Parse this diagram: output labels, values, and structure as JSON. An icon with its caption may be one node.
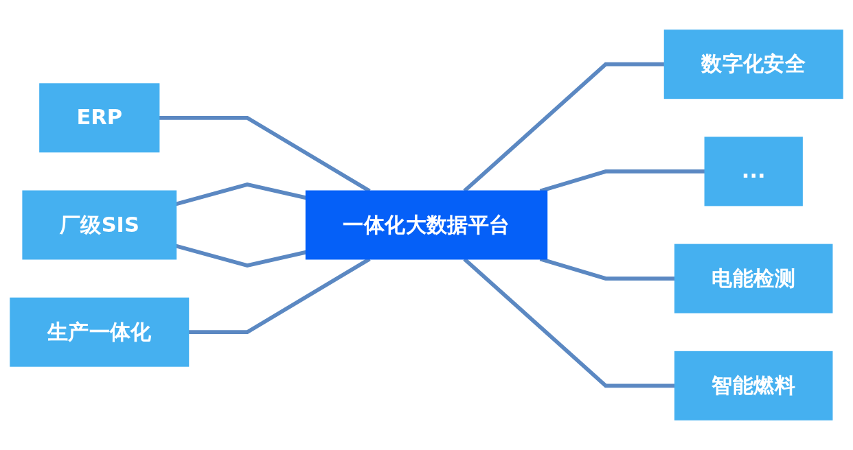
{
  "diagram": {
    "nodes": [
      {
        "text": [
          "一体化大数据平台"
        ]
      },
      {
        "text": [
          "ERP"
        ]
      },
      {
        "text": [
          "数字化安全"
        ]
      },
      {
        "text": [
          "厂级SIS"
        ]
      },
      {
        "text": [
          "..."
        ]
      },
      {
        "text": [
          "生产一体化"
        ]
      },
      {
        "text": [
          "电能检测"
        ]
      },
      {
        "text": [
          "智能燃料"
        ]
      }
    ],
    "edges": [
      {
        "from": 1,
        "to": 0,
        "arrow": "none"
      },
      {
        "from": 0,
        "to": 2,
        "arrow": "none"
      },
      {
        "from": 3,
        "to": 0,
        "arrow": "none"
      },
      {
        "from": 3,
        "to": 0,
        "arrow": "none"
      },
      {
        "from": 0,
        "to": 4,
        "arrow": "none"
      },
      {
        "from": 5,
        "to": 0,
        "arrow": "none"
      },
      {
        "from": 0,
        "to": 6,
        "arrow": "none"
      },
      {
        "from": 0,
        "to": 7,
        "arrow": "none"
      }
    ]
  }
}
